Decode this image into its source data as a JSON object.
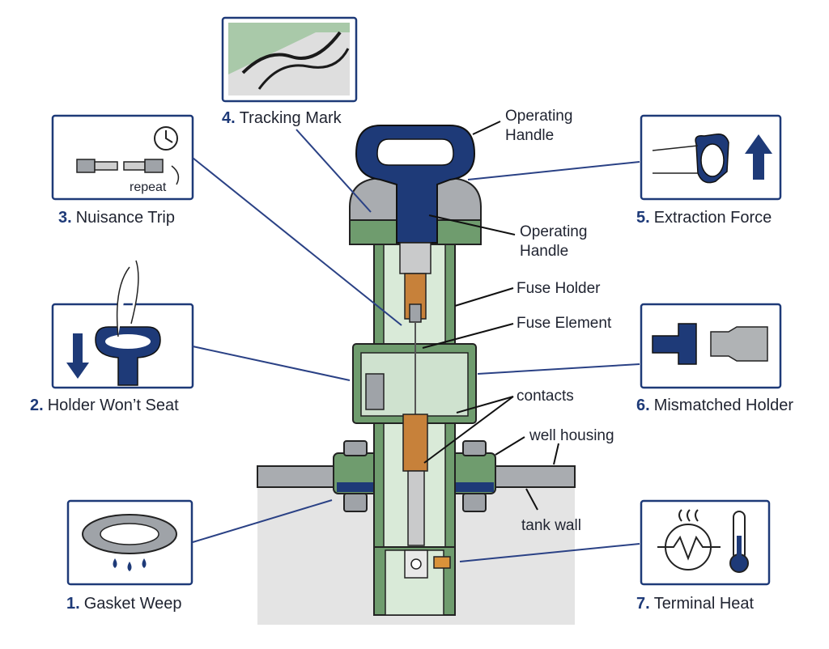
{
  "colors": {
    "navy": "#1e3a78",
    "green": "#6f9c6e",
    "green_light": "#cfe2cf",
    "steel": "#a9acb0",
    "copper": "#c7813a",
    "tank": "#e3e3e3"
  },
  "failure_modes": [
    {
      "number": "1.",
      "label": "Gasket Weep",
      "icon": "gasket-drip-icon"
    },
    {
      "number": "2.",
      "label": "Holder Won’t Seat",
      "icon": "hand-push-handle-icon"
    },
    {
      "number": "3.",
      "label": "Nuisance Trip",
      "icon": "fuse-trip-timer-icon",
      "icon_text": "repeat"
    },
    {
      "number": "4.",
      "label": "Tracking Mark",
      "icon": "tracking-marks-icon"
    },
    {
      "number": "5.",
      "label": "Extraction Force",
      "icon": "hand-pull-up-icon"
    },
    {
      "number": "6.",
      "label": "Mismatched Holder",
      "icon": "mismatched-connector-icon"
    },
    {
      "number": "7.",
      "label": "Terminal Heat",
      "icon": "heat-thermometer-icon"
    }
  ],
  "callouts": {
    "operating_handle_top": "Operating\nHandle",
    "operating_handle_inner": "Operating\nHandle",
    "fuse_holder": "Fuse Holder",
    "fuse_element": "Fuse Element",
    "contacts": "contacts",
    "well_housing": "well housing",
    "tank_wall": "tank wall"
  }
}
